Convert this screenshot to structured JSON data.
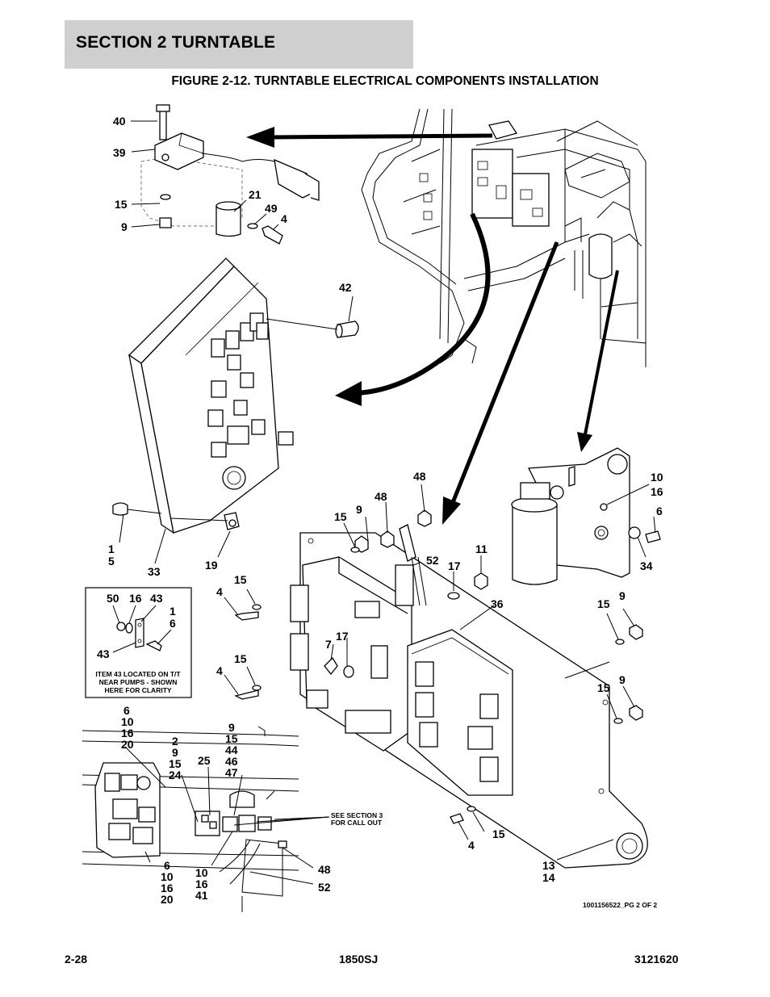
{
  "header": {
    "section": "SECTION 2   TURNTABLE"
  },
  "figure": {
    "title": "FIGURE 2-12. TURNTABLE ELECTRICAL COMPONENTS INSTALLATION",
    "callouts": {
      "c40": "40",
      "c39": "39",
      "c15a": "15",
      "c9a": "9",
      "c21": "21",
      "c49": "49",
      "c4a": "4",
      "c42": "42",
      "c1a": "1",
      "c5a": "5",
      "c33": "33",
      "c19": "19",
      "c48a": "48",
      "c48b": "48",
      "c15b": "15",
      "c9b": "9",
      "c52a": "52",
      "c17a": "17",
      "c11": "11",
      "c10a": "10",
      "c16a": "16",
      "c6a": "6",
      "c34": "34",
      "c15c": "15",
      "c4b": "4",
      "c36": "36",
      "c15d": "15",
      "c9c": "9",
      "c7": "7",
      "c17b": "17",
      "c15e": "15",
      "c4c": "4",
      "c15f": "15",
      "c9d": "9",
      "c15g": "15",
      "c4d": "4",
      "c13": "13",
      "c14": "14",
      "c6b": "6",
      "c10b": "10",
      "c16b": "16",
      "c20a": "20",
      "c2": "2",
      "c9e": "9",
      "c15h": "15",
      "c24": "24",
      "c25": "25",
      "c9f": "9",
      "c15i": "15",
      "c44": "44",
      "c46": "46",
      "c47": "47",
      "c6c": "6",
      "c10c": "10",
      "c16c": "16",
      "c20b": "20",
      "c10d": "10",
      "c16d": "16",
      "c41": "41",
      "c48c": "48",
      "c52b": "52"
    },
    "inset": {
      "c50": "50",
      "c16": "16",
      "c43a": "43",
      "c1": "1",
      "c6": "6",
      "c43b": "43",
      "note_line1": "ITEM 43 LOCATED ON T/T",
      "note_line2": "NEAR PUMPS - SHOWN",
      "note_line3": "HERE FOR CLARITY"
    },
    "see_note_line1": "SEE SECTION 3",
    "see_note_line2": "FOR CALL OUT",
    "drawing_number": "1001156522_PG 2 OF 2"
  },
  "footer": {
    "page": "2-28",
    "model": "1850SJ",
    "doc_number": "3121620"
  }
}
